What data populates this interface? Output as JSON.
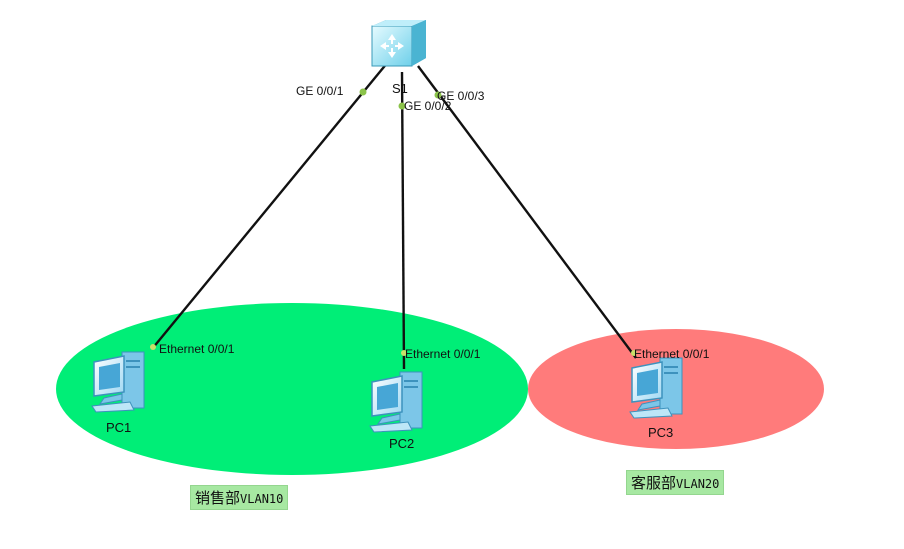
{
  "switch": {
    "name": "S1"
  },
  "ports": {
    "ge1": "GE 0/0/1",
    "ge2": "GE 0/0/2",
    "ge3": "GE 0/0/3"
  },
  "pcs": [
    {
      "name": "PC1",
      "port": "Ethernet 0/0/1"
    },
    {
      "name": "PC2",
      "port": "Ethernet 0/0/1"
    },
    {
      "name": "PC3",
      "port": "Ethernet 0/0/1"
    }
  ],
  "zones": [
    {
      "name": "销售部",
      "vlan": "VLAN10",
      "color": "#00ee77"
    },
    {
      "name": "客服部",
      "vlan": "VLAN20",
      "color": "#ff7b7b"
    }
  ],
  "link_color": "#111111",
  "port_dot_color": "#8bc34a"
}
